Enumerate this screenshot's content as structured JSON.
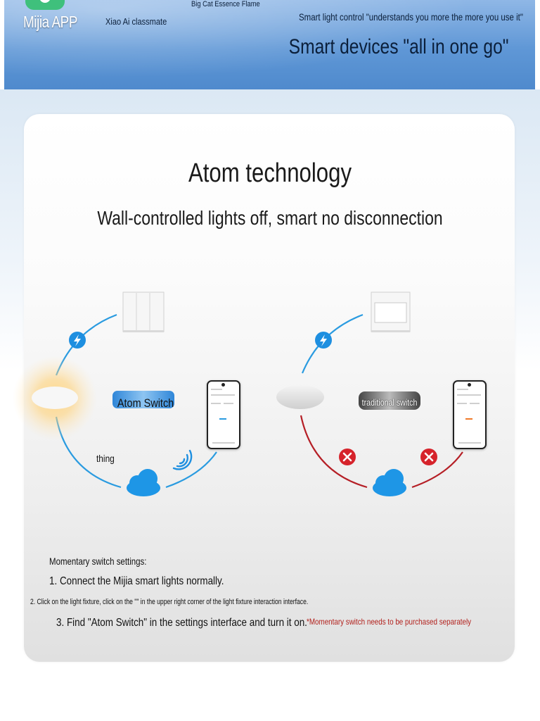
{
  "banner": {
    "mijia_label": "Mijia APP",
    "xiaoai_label": "Xiao Ai classmate",
    "bigcat_label": "Big Cat Essence Flame",
    "subtitle": "Smart light control \"understands you more the more you use it\"",
    "title": "Smart devices \"all in one go\""
  },
  "main": {
    "title": "Atom technology",
    "subtitle": "Wall-controlled lights off, smart no disconnection"
  },
  "diagram": {
    "atom_switch_label": "Atom Switch",
    "traditional_switch_label": "traditional switch",
    "thing_label": "thing",
    "colors": {
      "blue_path": "#2a9be0",
      "red_path": "#b51f26",
      "cloud": "#1e96e6",
      "badge_blue": "#1e8fe0",
      "badge_red": "#d6232b"
    }
  },
  "settings": {
    "heading": "Momentary switch settings:",
    "step1": "1. Connect the Mijia smart lights normally.",
    "step2": "2. Click on the light fixture, click on the \"\" in the upper right corner of the light fixture interaction interface.",
    "step3": "3. Find \"Atom Switch\" in the settings interface and turn it on.",
    "note": "*Momentary switch needs to be purchased separately"
  }
}
